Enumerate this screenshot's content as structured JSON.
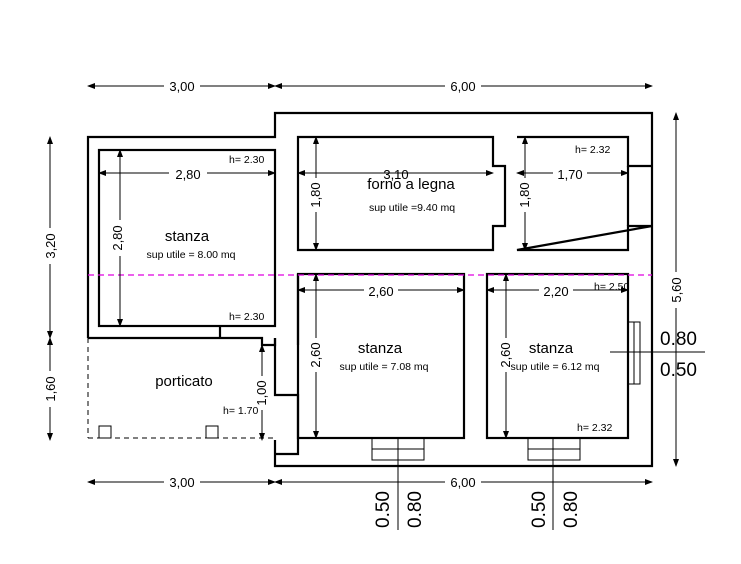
{
  "dimensions": {
    "top_left": "3,00",
    "top_right": "6,00",
    "bottom_left": "3,00",
    "bottom_right": "6,00",
    "left_upper": "3,20",
    "left_lower": "1,60",
    "right_side": "5,60",
    "room1_width": "2,80",
    "room1_height": "2,80",
    "forno_width": "3,10",
    "forno_height": "1,80",
    "small_width": "1,70",
    "small_height": "1,80",
    "stanza2_width": "2,60",
    "stanza2_height": "2,60",
    "stanza3_width": "2,20",
    "stanza3_height": "2,60",
    "porticato_height": "1,00"
  },
  "rooms": {
    "stanza1": {
      "name": "stanza",
      "area": "sup utile = 8.00 mq",
      "h_top": "h= 2.30",
      "h_bottom": "h= 2.30"
    },
    "forno": {
      "name": "forno a legna",
      "area": "sup utile =9.40 mq"
    },
    "small": {
      "h": "h= 2.32"
    },
    "porticato": {
      "name": "porticato",
      "h": "h= 1.70"
    },
    "stanza2": {
      "name": "stanza",
      "area": "sup utile = 7.08 mq"
    },
    "stanza3": {
      "name": "stanza",
      "area": "sup utile = 6.12 mq",
      "h_top": "h= 2.50",
      "h_bottom": "h= 2.32"
    }
  },
  "openings": {
    "right_window_a": "0.80",
    "right_window_b": "0.50",
    "bottom_window1_a": "0.50",
    "bottom_window1_b": "0.80",
    "bottom_window2_a": "0.50",
    "bottom_window2_b": "0.80"
  },
  "colors": {
    "line": "#000000",
    "section_line": "#e000e0",
    "background": "#ffffff"
  }
}
